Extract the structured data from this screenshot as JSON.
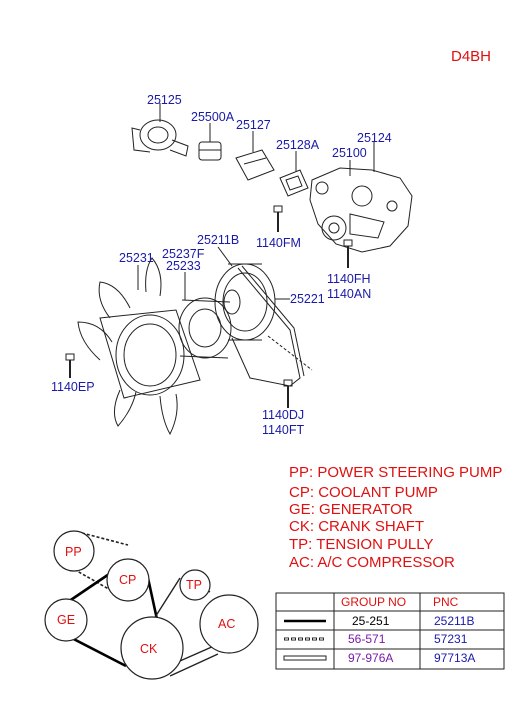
{
  "engine_code": "D4BH",
  "parts": {
    "p25125": "25125",
    "p25500A": "25500A",
    "p25127": "25127",
    "p25128A": "25128A",
    "p25124": "25124",
    "p25100": "25100",
    "p1140FM": "1140FM",
    "p1140FH": "1140FH",
    "p1140AN": "1140AN",
    "p25211B": "25211B",
    "p25231": "25231",
    "p25237F": "25237F",
    "p25233": "25233",
    "p25221": "25221",
    "p1140EP": "1140EP",
    "p1140DJ": "1140DJ",
    "p1140FT": "1140FT"
  },
  "legend": [
    {
      "code": "PP",
      "text": "POWER STEERING PUMP"
    },
    {
      "code": "CP",
      "text": "COOLANT PUMP"
    },
    {
      "code": "GE",
      "text": "GENERATOR"
    },
    {
      "code": "CK",
      "text": "CRANK SHAFT"
    },
    {
      "code": "TP",
      "text": "TENSION PULLY"
    },
    {
      "code": "AC",
      "text": "A/C COMPRESSOR"
    }
  ],
  "belt_labels": {
    "pp": "PP",
    "cp": "CP",
    "ge": "GE",
    "ck": "CK",
    "tp": "TP",
    "ac": "AC"
  },
  "table": {
    "headers": [
      "GROUP NO",
      "PNC"
    ],
    "rows": [
      {
        "line": "solid",
        "group": "25-251",
        "pnc": "25211B",
        "color": "#000000"
      },
      {
        "line": "dashed",
        "group": "56-571",
        "pnc": "57231",
        "color": "#7a1aa8"
      },
      {
        "line": "double",
        "group": "97-976A",
        "pnc": "97713A",
        "color": "#7a1aa8"
      }
    ]
  },
  "colors": {
    "part_number": "#1a1aa8",
    "legend": "#e01010",
    "pnc": "#1a1aa8"
  }
}
